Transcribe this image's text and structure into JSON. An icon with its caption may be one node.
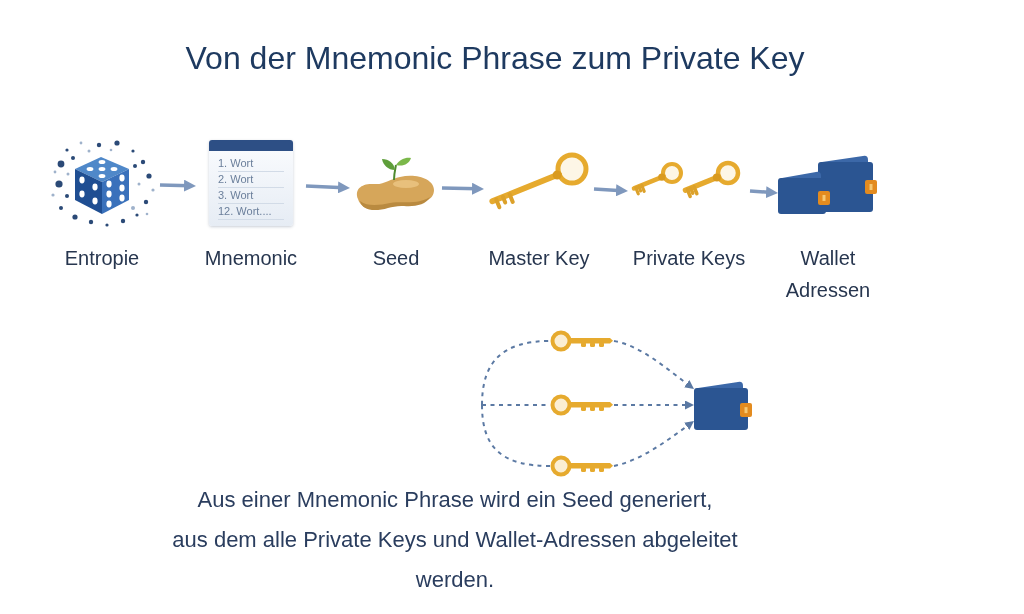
{
  "diagram": {
    "title": "Von der Mnemonic Phrase zum Private Key",
    "caption": "Aus einer Mnemonic Phrase wird ein Seed generiert, aus dem alle Private Keys und Wallet-Adressen abgeleitet werden.",
    "nodes": [
      {
        "text": [
          "Entropie"
        ]
      },
      {
        "text": [
          "Mnemonic"
        ]
      },
      {
        "text": [
          "1. Wort",
          "2. Wort",
          "3. Wort",
          "12. Wort...."
        ],
        "in": 1
      },
      {
        "text": [
          "Seed"
        ]
      },
      {
        "text": [
          "Master Key"
        ]
      },
      {
        "text": [
          "Private Keys"
        ]
      },
      {
        "text": [
          "Wallet Adressen"
        ]
      },
      {
        "text": [],
        "shape": "picture"
      },
      {
        "text": [],
        "shape": "picture"
      },
      {
        "text": [],
        "shape": "picture"
      },
      {
        "text": [],
        "shape": "picture"
      }
    ],
    "edges": [
      {
        "from": 0,
        "to": 1,
        "arrow": "to"
      },
      {
        "from": 1,
        "to": 3,
        "arrow": "to"
      },
      {
        "from": 3,
        "to": 4,
        "arrow": "to"
      },
      {
        "from": 4,
        "to": 5,
        "arrow": "to"
      },
      {
        "from": 5,
        "to": 6,
        "arrow": "to"
      },
      {
        "from": null,
        "to": 7,
        "arrow": "none",
        "style": "dashed"
      },
      {
        "from": null,
        "to": 8,
        "arrow": "none",
        "style": "dashed"
      },
      {
        "from": null,
        "to": 9,
        "arrow": "none",
        "style": "dashed"
      },
      {
        "from": 7,
        "to": 10,
        "arrow": "to",
        "style": "dashed"
      },
      {
        "from": 8,
        "to": 10,
        "arrow": "to",
        "style": "dashed"
      },
      {
        "from": 9,
        "to": 10,
        "arrow": "to",
        "style": "dashed"
      }
    ]
  }
}
